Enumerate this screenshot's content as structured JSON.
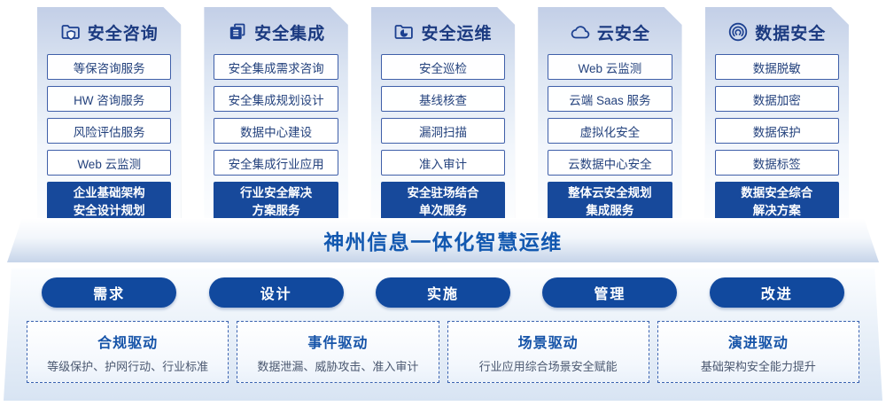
{
  "title": "神州信息一体化智慧运维",
  "colors": {
    "navy": "#1b3a80",
    "primary_blue": "#1553a8",
    "solid_box_bg": "#17499b",
    "pill_bg": "#11499e",
    "item_border": "#3f5fa9",
    "dashed_border": "#3b63b0",
    "card_gradient_top": "#c3cfe7",
    "panel_gradient_bottom": "#d8e4f3"
  },
  "columns": [
    {
      "title": "安全咨询",
      "icon": "folder-shield-icon",
      "items": [
        "等保咨询服务",
        "HW 咨询服务",
        "风险评估服务",
        "Web 云监测"
      ],
      "footer_lines": [
        "企业基础架构",
        "安全设计规划"
      ]
    },
    {
      "title": "安全集成",
      "icon": "documents-icon",
      "items": [
        "安全集成需求咨询",
        "安全集成规划设计",
        "数据中心建设",
        "安全集成行业应用"
      ],
      "footer_lines": [
        "行业安全解决",
        "方案服务"
      ]
    },
    {
      "title": "安全运维",
      "icon": "folder-chart-icon",
      "items": [
        "安全巡检",
        "基线核查",
        "漏洞扫描",
        "准入审计"
      ],
      "footer_lines": [
        "安全驻场结合",
        "单次服务"
      ]
    },
    {
      "title": "云安全",
      "icon": "cloud-icon",
      "items": [
        "Web 云监测",
        "云端 Saas 服务",
        "虚拟化安全",
        "云数据中心安全"
      ],
      "footer_lines": [
        "整体云安全规划",
        "集成服务"
      ]
    },
    {
      "title": "数据安全",
      "icon": "fingerprint-icon",
      "items": [
        "数据脱敏",
        "数据加密",
        "数据保护",
        "数据标签"
      ],
      "footer_lines": [
        "数据安全综合",
        "解决方案"
      ]
    }
  ],
  "banner": {
    "title": "神州信息一体化智慧运维"
  },
  "process_steps": [
    {
      "label": "需求"
    },
    {
      "label": "设计"
    },
    {
      "label": "实施"
    },
    {
      "label": "管理"
    },
    {
      "label": "改进"
    }
  ],
  "drivers": [
    {
      "title": "合规驱动",
      "desc": "等级保护、护网行动、行业标准"
    },
    {
      "title": "事件驱动",
      "desc": "数据泄漏、威胁攻击、准入审计"
    },
    {
      "title": "场景驱动",
      "desc": "行业应用综合场景安全赋能"
    },
    {
      "title": "演进驱动",
      "desc": "基础架构安全能力提升"
    }
  ]
}
